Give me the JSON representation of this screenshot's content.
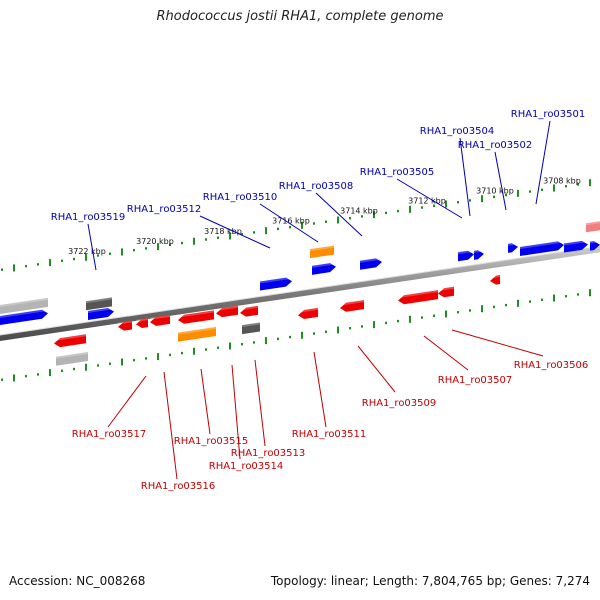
{
  "title": "Rhodococcus jostii RHA1, complete genome",
  "footer": {
    "accession": "Accession: NC_008268",
    "summary": "Topology: linear; Length: 7,804,765 bp; Genes: 7,274"
  },
  "colors": {
    "forward_gene": "#0000ee",
    "reverse_gene": "#ee0000",
    "rna_gene": "#ff8c00",
    "pseudo_dark": "#555555",
    "pseudo_light": "#b4b4b4",
    "pink_gene": "#f08080",
    "forward_label": "#0000b0",
    "reverse_label": "#c00000",
    "tick_green": "#228B22",
    "backbone": "#8c8c8c"
  },
  "kbp_ticks": [
    {
      "label": "3722 kbp"
    },
    {
      "label": "3720 kbp"
    },
    {
      "label": "3718 kbp"
    },
    {
      "label": "3716 kbp"
    },
    {
      "label": "3714 kbp"
    },
    {
      "label": "3712 kbp"
    },
    {
      "label": "3710 kbp"
    },
    {
      "label": "3708 kbp"
    }
  ],
  "top_labels": [
    {
      "text": "RHA1_ro03519"
    },
    {
      "text": "RHA1_ro03512"
    },
    {
      "text": "RHA1_ro03510"
    },
    {
      "text": "RHA1_ro03508"
    },
    {
      "text": "RHA1_ro03505"
    },
    {
      "text": "RHA1_ro03504"
    },
    {
      "text": "RHA1_ro03502"
    },
    {
      "text": "RHA1_ro03501"
    }
  ],
  "bottom_labels": [
    {
      "text": "RHA1_ro03517"
    },
    {
      "text": "RHA1_ro03516"
    },
    {
      "text": "RHA1_ro03515"
    },
    {
      "text": "RHA1_ro03514"
    },
    {
      "text": "RHA1_ro03513"
    },
    {
      "text": "RHA1_ro03511"
    },
    {
      "text": "RHA1_ro03509"
    },
    {
      "text": "RHA1_ro03507"
    },
    {
      "text": "RHA1_ro03506"
    }
  ]
}
